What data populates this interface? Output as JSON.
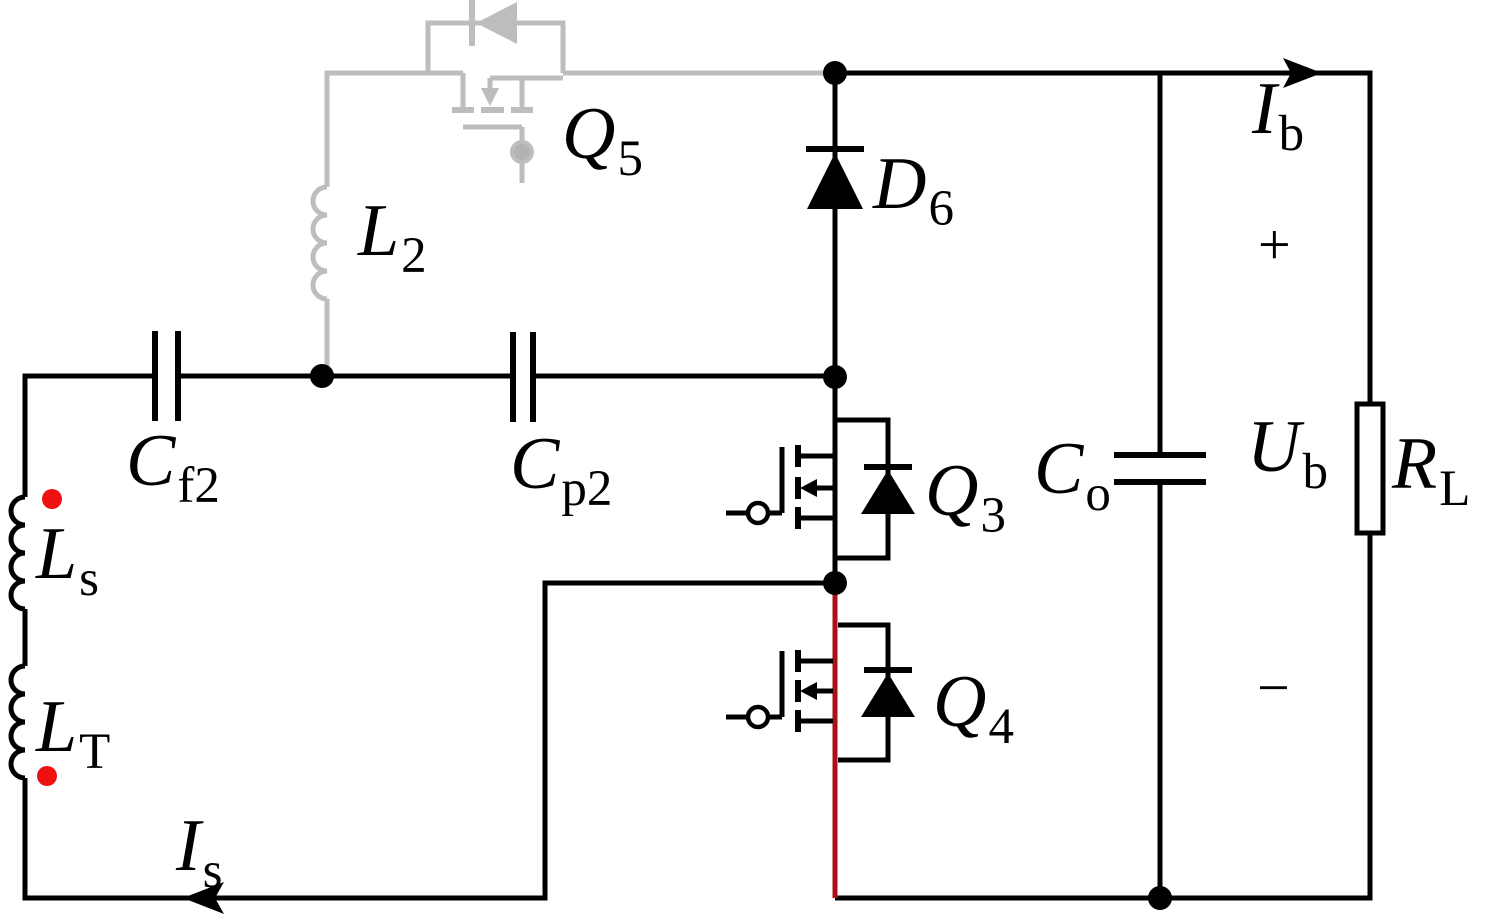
{
  "figure": {
    "kind": "circuit-schematic",
    "colors": {
      "wire_active": "#000000",
      "wire_inactive": "#bdbdbd",
      "wire_highlight": "#aa1116",
      "polarity_dot": "#ee1111",
      "background": "#ffffff"
    },
    "labels": {
      "q5": {
        "main": "Q",
        "sub": "5"
      },
      "l2": {
        "main": "L",
        "sub": "2"
      },
      "cf2": {
        "main": "C",
        "sub": "f2"
      },
      "cp2": {
        "main": "C",
        "sub": "p2"
      },
      "ls": {
        "main": "L",
        "sub": "s"
      },
      "lt": {
        "main": "L",
        "sub": "T"
      },
      "is": {
        "main": "I",
        "sub": "s"
      },
      "d6": {
        "main": "D",
        "sub": "6"
      },
      "q3": {
        "main": "Q",
        "sub": "3"
      },
      "q4": {
        "main": "Q",
        "sub": "4"
      },
      "co": {
        "main": "C",
        "sub": "o"
      },
      "ub": {
        "main": "U",
        "sub": "b"
      },
      "rl": {
        "main": "R",
        "sub": "L"
      },
      "ib": {
        "main": "I",
        "sub": "b"
      },
      "plus": "+",
      "minus": "−"
    },
    "components": [
      {
        "id": "Q5",
        "type": "mosfet-with-body-diode",
        "state": "inactive-gray"
      },
      {
        "id": "L2",
        "type": "inductor",
        "state": "inactive-gray"
      },
      {
        "id": "Cf2",
        "type": "capacitor",
        "state": "active"
      },
      {
        "id": "Cp2",
        "type": "capacitor",
        "state": "active"
      },
      {
        "id": "Ls",
        "type": "inductor",
        "state": "active",
        "polarity_dot": "top"
      },
      {
        "id": "LT",
        "type": "inductor",
        "state": "active",
        "polarity_dot": "bottom"
      },
      {
        "id": "D6",
        "type": "diode",
        "state": "active"
      },
      {
        "id": "Q3",
        "type": "mosfet-with-body-diode",
        "state": "active"
      },
      {
        "id": "Q4",
        "type": "mosfet-with-body-diode",
        "state": "active",
        "source_path": "red-highlight"
      },
      {
        "id": "Co",
        "type": "capacitor",
        "state": "active"
      },
      {
        "id": "RL",
        "type": "resistor",
        "state": "active"
      }
    ],
    "currents": [
      {
        "id": "Is",
        "direction": "left",
        "location": "bottom-left-rail"
      },
      {
        "id": "Ib",
        "direction": "right",
        "location": "top-right-rail"
      }
    ],
    "output_polarity": {
      "plus": "top-right",
      "minus": "bottom-right"
    }
  }
}
